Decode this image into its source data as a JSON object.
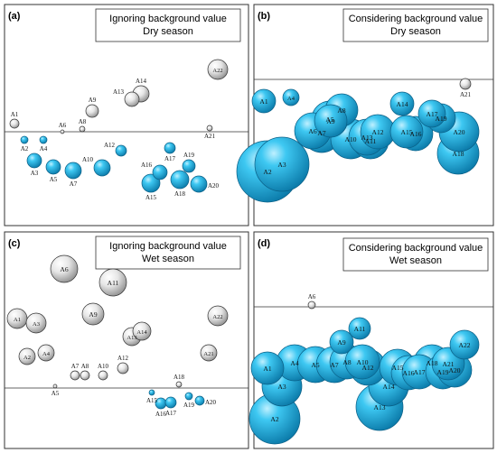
{
  "chart_data": [
    {
      "type": "scatter",
      "panel": "(a)",
      "title_lines": [
        "Ignoring background value",
        "Dry season"
      ],
      "points": [
        {
          "label": "A1",
          "value": 0.28
        },
        {
          "label": "A2",
          "value": -0.22
        },
        {
          "label": "A3",
          "value": -0.5
        },
        {
          "label": "A4",
          "value": -0.22
        },
        {
          "label": "A5",
          "value": -0.6
        },
        {
          "label": "A6",
          "value": 0.12
        },
        {
          "label": "A7",
          "value": -0.65
        },
        {
          "label": "A8",
          "value": 0.15
        },
        {
          "label": "A9",
          "value": 0.6
        },
        {
          "label": "A10",
          "value": -0.6
        },
        {
          "label": "A12",
          "value": -0.3
        },
        {
          "label": "A13",
          "value": 0.95
        },
        {
          "label": "A14",
          "value": 1.1
        },
        {
          "label": "A15",
          "value": -0.9
        },
        {
          "label": "A16",
          "value": -0.7
        },
        {
          "label": "A17",
          "value": -0.3
        },
        {
          "label": "A18",
          "value": -0.85
        },
        {
          "label": "A19",
          "value": -0.6
        },
        {
          "label": "A20",
          "value": -0.95
        },
        {
          "label": "A21",
          "value": 0.15
        },
        {
          "label": "A22",
          "value": 1.8
        }
      ]
    },
    {
      "type": "scatter",
      "panel": "(b)",
      "title_lines": [
        "Considering background value",
        "Dry season"
      ],
      "points": [
        {
          "label": "A1",
          "value": -0.3
        },
        {
          "label": "A2",
          "value": -2.0
        },
        {
          "label": "A3",
          "value": -1.1
        },
        {
          "label": "A4",
          "value": -0.35
        },
        {
          "label": "A5",
          "value": -0.8
        },
        {
          "label": "A6",
          "value": -1.0
        },
        {
          "label": "A7",
          "value": -1.1
        },
        {
          "label": "A8",
          "value": -0.65
        },
        {
          "label": "A9",
          "value": -0.5
        },
        {
          "label": "A10",
          "value": -0.95
        },
        {
          "label": "A11",
          "value": -0.8
        },
        {
          "label": "A12",
          "value": -0.75
        },
        {
          "label": "A13",
          "value": -0.8
        },
        {
          "label": "A14",
          "value": -0.35
        },
        {
          "label": "A15",
          "value": -0.85
        },
        {
          "label": "A16",
          "value": -0.85
        },
        {
          "label": "A17",
          "value": -0.6
        },
        {
          "label": "A18",
          "value": -1.3
        },
        {
          "label": "A19",
          "value": -0.6
        },
        {
          "label": "A20",
          "value": -1.0
        },
        {
          "label": "A21",
          "value": 0.05
        }
      ]
    },
    {
      "type": "scatter",
      "panel": "(c)",
      "title_lines": [
        "Ignoring background value",
        "Wet season"
      ],
      "points": [
        {
          "label": "A1",
          "value": 1.6
        },
        {
          "label": "A2",
          "value": 0.9
        },
        {
          "label": "A3",
          "value": 1.5
        },
        {
          "label": "A4",
          "value": 0.9
        },
        {
          "label": "A5",
          "value": 0.1
        },
        {
          "label": "A6",
          "value": 1.9
        },
        {
          "label": "A7",
          "value": 0.5
        },
        {
          "label": "A8",
          "value": 0.5
        },
        {
          "label": "A9",
          "value": 1.6
        },
        {
          "label": "A10",
          "value": 0.5
        },
        {
          "label": "A11",
          "value": 1.8
        },
        {
          "label": "A12",
          "value": 0.6
        },
        {
          "label": "A13",
          "value": 1.4
        },
        {
          "label": "A14",
          "value": 1.4
        },
        {
          "label": "A15",
          "value": -0.15
        },
        {
          "label": "A16",
          "value": -0.45
        },
        {
          "label": "A17",
          "value": -0.45
        },
        {
          "label": "A18",
          "value": 0.1
        },
        {
          "label": "A19",
          "value": -0.3
        },
        {
          "label": "A20",
          "value": -0.4
        },
        {
          "label": "A21",
          "value": 1.0
        },
        {
          "label": "A22",
          "value": 1.6
        }
      ]
    },
    {
      "type": "scatter",
      "panel": "(d)",
      "title_lines": [
        "Considering background value",
        "Wet season"
      ],
      "points": [
        {
          "label": "A1",
          "value": -1.0
        },
        {
          "label": "A2",
          "value": -2.2
        },
        {
          "label": "A3",
          "value": -1.5
        },
        {
          "label": "A4",
          "value": -1.1
        },
        {
          "label": "A5",
          "value": -1.0
        },
        {
          "label": "A6",
          "value": 0.1
        },
        {
          "label": "A7",
          "value": -1.0
        },
        {
          "label": "A8",
          "value": -0.9
        },
        {
          "label": "A9",
          "value": -0.55
        },
        {
          "label": "A10",
          "value": -0.85
        },
        {
          "label": "A11",
          "value": -0.4
        },
        {
          "label": "A12",
          "value": -1.0
        },
        {
          "label": "A13",
          "value": -1.8
        },
        {
          "label": "A14",
          "value": -1.4
        },
        {
          "label": "A15",
          "value": -1.1
        },
        {
          "label": "A16",
          "value": -1.1
        },
        {
          "label": "A17",
          "value": -1.1
        },
        {
          "label": "A18",
          "value": -1.0
        },
        {
          "label": "A19",
          "value": -1.1
        },
        {
          "label": "A20",
          "value": -1.05
        },
        {
          "label": "A21",
          "value": -0.95
        },
        {
          "label": "A22",
          "value": -0.6
        }
      ]
    }
  ],
  "colors": {
    "positive_fill": "#d9d9d9",
    "negative_fill": "#22b6e8",
    "stroke": "#333333"
  }
}
